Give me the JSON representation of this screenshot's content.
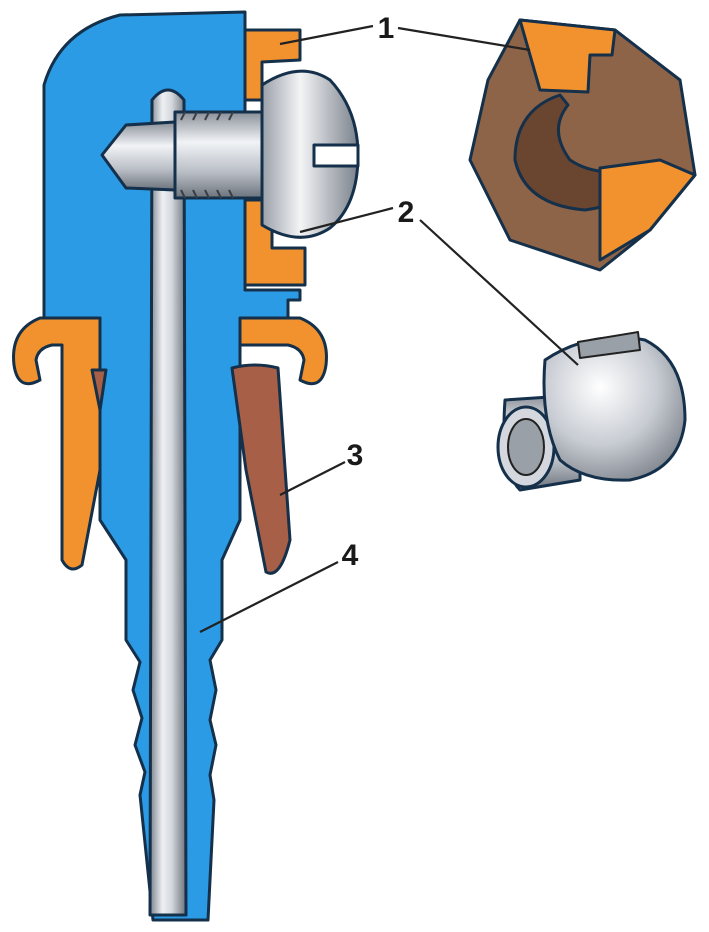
{
  "callouts": [
    {
      "id": "1",
      "label": "1"
    },
    {
      "id": "2",
      "label": "2"
    },
    {
      "id": "3",
      "label": "3"
    },
    {
      "id": "4",
      "label": "4"
    }
  ],
  "colors": {
    "body_blue": "#2b9be6",
    "insert_orange": "#f2922e",
    "clip_brown": "#a85f48",
    "nut_brown": "#8e6448",
    "metal_light": "#eef0f3",
    "metal_mid": "#b9bec6",
    "metal_dark": "#7b828c",
    "outline": "#14304a"
  },
  "icons": [
    "pin-terminal-icon",
    "screw-icon",
    "nut-icon"
  ]
}
